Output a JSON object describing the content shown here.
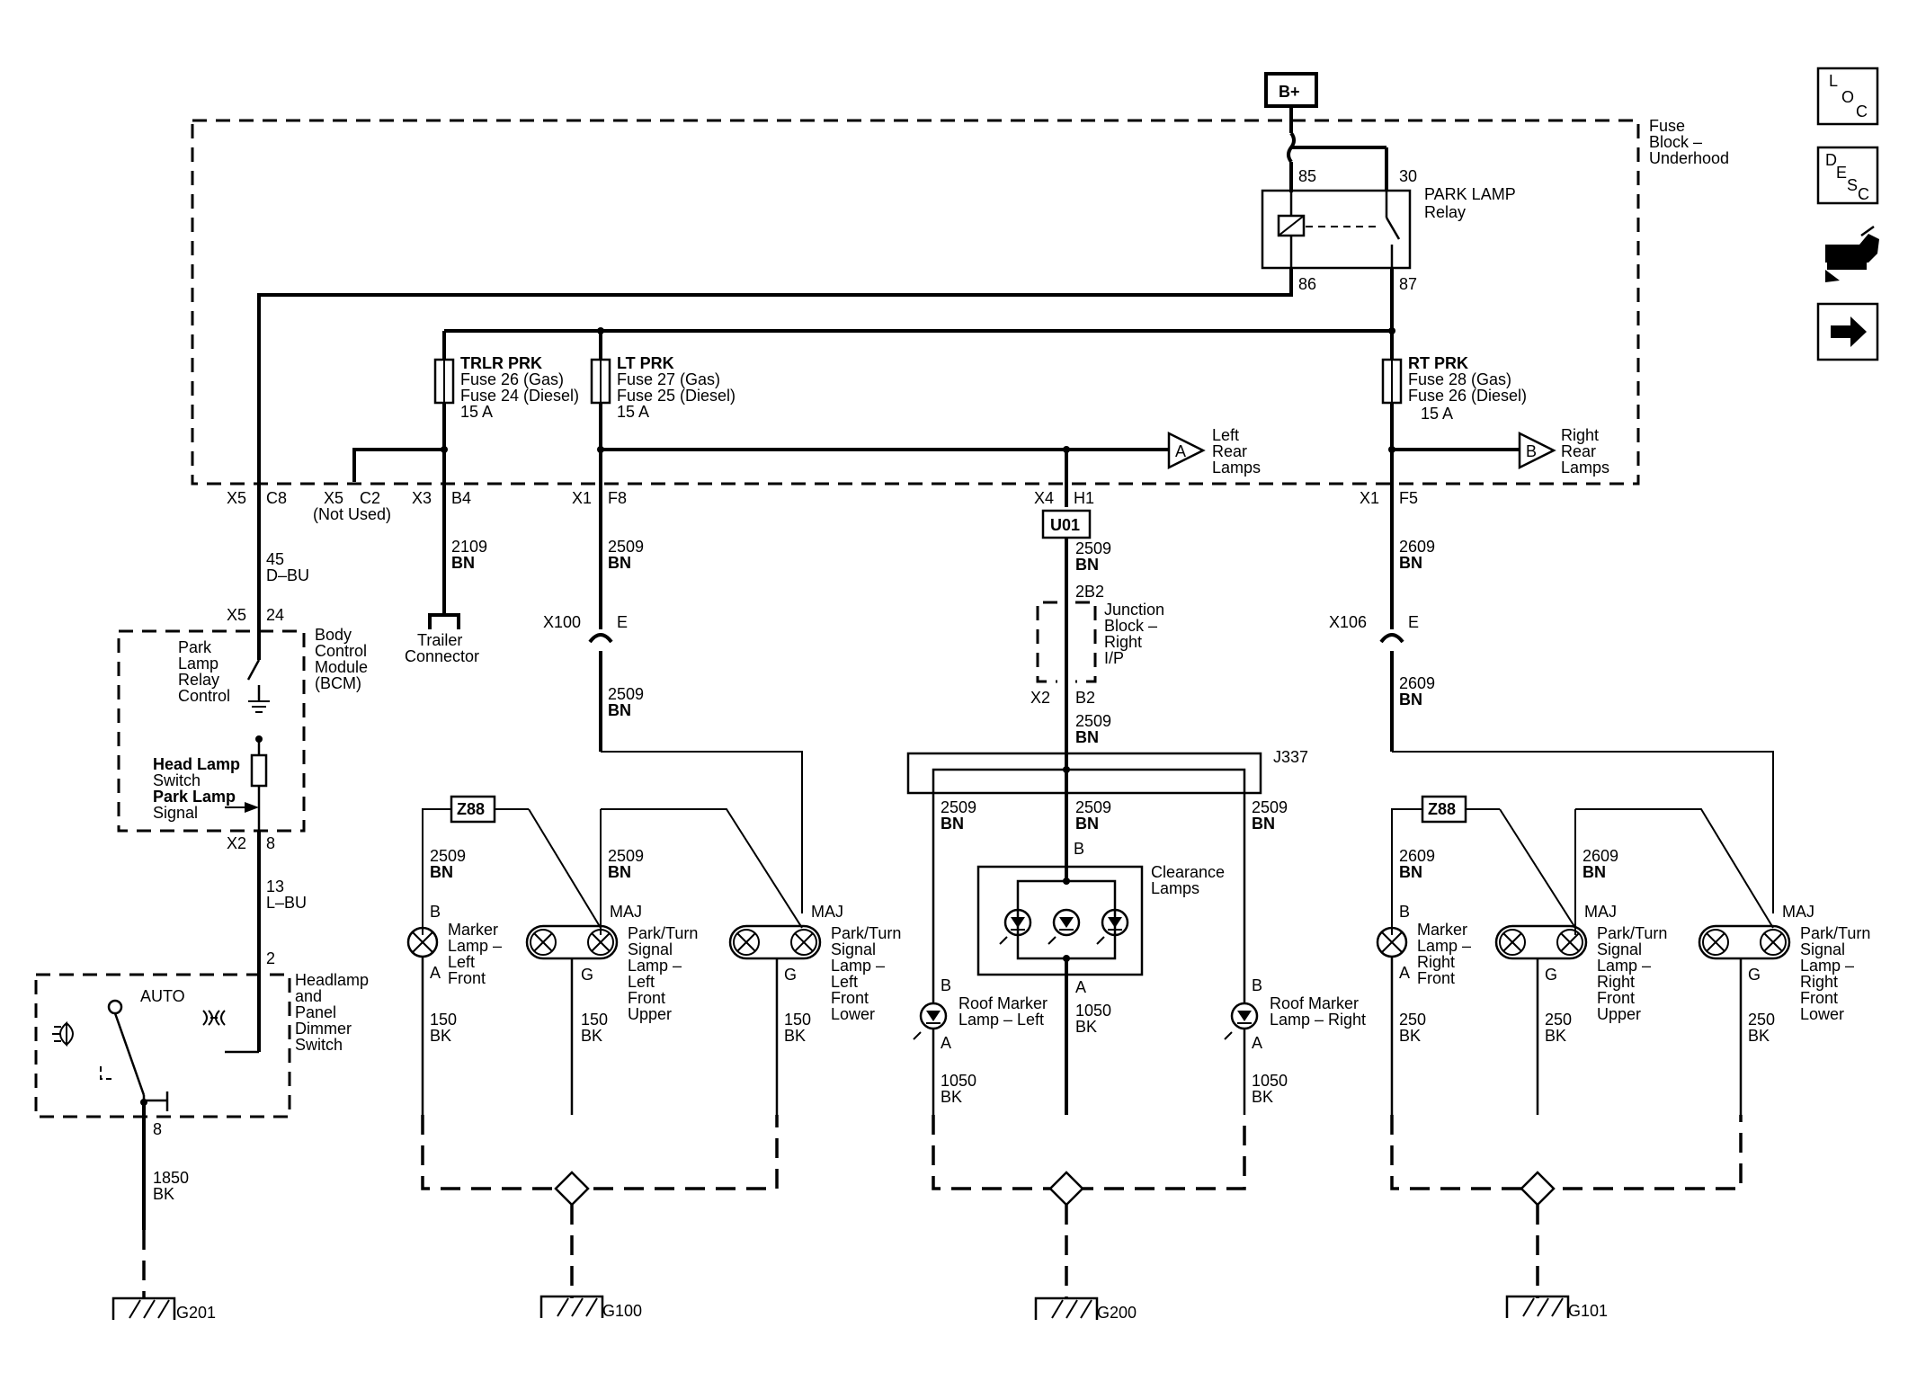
{
  "power": {
    "source": "B+"
  },
  "fuse_block": {
    "title": [
      "Fuse",
      "Block –",
      "Underhood"
    ]
  },
  "relay": {
    "name": "PARK LAMP",
    "name2": "Relay",
    "pin85": "85",
    "pin30": "30",
    "pin86": "86",
    "pin87": "87"
  },
  "fuses": [
    {
      "name": "TRLR PRK",
      "l1": "Fuse 26 (Gas)",
      "l2": "Fuse 24 (Diesel)",
      "amp": "15 A"
    },
    {
      "name": "LT PRK",
      "l1": "Fuse 27 (Gas)",
      "l2": "Fuse 25 (Diesel)",
      "amp": "15 A"
    },
    {
      "name": "RT PRK",
      "l1": "Fuse 28 (Gas)",
      "l2": "Fuse 26 (Diesel)",
      "amp": "15 A"
    }
  ],
  "offpage": {
    "a_letter": "A",
    "a_label": [
      "Left",
      "Rear",
      "Lamps"
    ],
    "b_letter": "B",
    "b_label": [
      "Right",
      "Rear",
      "Lamps"
    ]
  },
  "connectors": {
    "x5": "X5",
    "c8": "C8",
    "x5b": "X5",
    "c2": "C2",
    "not_used": "(Not Used)",
    "x3": "X3",
    "b4": "B4",
    "x1": "X1",
    "f8": "F8",
    "x4": "X4",
    "h1": "H1",
    "x1b": "X1",
    "f5": "F5",
    "x5c": "X5",
    "p24": "24",
    "x2": "X2",
    "p8": "8",
    "p2": "2",
    "p8b": "8",
    "x100": "X100",
    "e1": "E",
    "x106": "X106",
    "e2": "E",
    "u01": "U01",
    "b2b2": "2B2",
    "x2b": "X2",
    "b2": "B2",
    "j337": "J337",
    "z88a": "Z88",
    "z88b": "Z88"
  },
  "wires": {
    "w45": "45",
    "w45c": "D–BU",
    "w13": "13",
    "w13c": "L–BU",
    "w1850": "1850",
    "w1850c": "BK",
    "w2109": "2109",
    "w2109c": "BN",
    "w2509a": "2509",
    "w2509ac": "BN",
    "w2509b": "2509",
    "w2509bc": "BN",
    "w2509c": "2509",
    "w2509cc": "BN",
    "w2509d": "2509",
    "w2509dc": "BN",
    "w2509e": "2509",
    "w2509ec": "BN",
    "w2509f": "2509",
    "w2509fc": "BN",
    "w2509g": "2509",
    "w2509gc": "BN",
    "w2509h": "2509",
    "w2509hc": "BN",
    "w2509i": "2509",
    "w2509ic": "BN",
    "w2609a": "2609",
    "w2609ac": "BN",
    "w2609b": "2609",
    "w2609bc": "BN",
    "w2609c": "2609",
    "w2609cc": "BN",
    "w2609d": "2609",
    "w2609dc": "BN",
    "w150a": "150",
    "w150ac": "BK",
    "w150b": "150",
    "w150bc": "BK",
    "w150c": "150",
    "w150cc": "BK",
    "w1050a": "1050",
    "w1050ac": "BK",
    "w1050b": "1050",
    "w1050bc": "BK",
    "w1050c": "1050",
    "w1050cc": "BK",
    "w250a": "250",
    "w250ac": "BK",
    "w250b": "250",
    "w250bc": "BK",
    "w250c": "250",
    "w250cc": "BK"
  },
  "bcm": {
    "title": [
      "Body",
      "Control",
      "Module",
      "(BCM)"
    ],
    "relay_ctrl": [
      "Park",
      "Lamp",
      "Relay",
      "Control"
    ],
    "hl_switch": [
      "Head Lamp",
      "Switch",
      "Park Lamp",
      "Signal"
    ]
  },
  "headlamp_switch": {
    "title": [
      "Headlamp",
      "and",
      "Panel",
      "Dimmer",
      "Switch"
    ],
    "auto": "AUTO"
  },
  "trailer": [
    "Trailer",
    "Connector"
  ],
  "junction": [
    "Junction",
    "Block –",
    "Right",
    "I/P"
  ],
  "lamps": {
    "marker_lf": [
      "Marker",
      "Lamp –",
      "Left",
      "Front"
    ],
    "pt_lf_upper": [
      "Park/Turn",
      "Signal",
      "Lamp –",
      "Left",
      "Front",
      "Upper"
    ],
    "pt_lf_lower": [
      "Park/Turn",
      "Signal",
      "Lamp –",
      "Left",
      "Front",
      "Lower"
    ],
    "roof_left": [
      "Roof Marker",
      "Lamp – Left"
    ],
    "clearance": [
      "Clearance",
      "Lamps"
    ],
    "roof_right": [
      "Roof Marker",
      "Lamp – Right"
    ],
    "marker_rf": [
      "Marker",
      "Lamp –",
      "Right",
      "Front"
    ],
    "pt_rf_upper": [
      "Park/Turn",
      "Signal",
      "Lamp –",
      "Right",
      "Front",
      "Upper"
    ],
    "pt_rf_lower": [
      "Park/Turn",
      "Signal",
      "Lamp –",
      "Right",
      "Front",
      "Lower"
    ]
  },
  "pins": {
    "b": "B",
    "a": "A",
    "maj": "MAJ",
    "g": "G"
  },
  "grounds": {
    "g201": "G201",
    "g100": "G100",
    "g200": "G200",
    "g101": "G101"
  },
  "side_icons": {
    "loc": [
      "L",
      "O",
      "C"
    ],
    "desc": [
      "D",
      "E",
      "S",
      "C"
    ]
  }
}
